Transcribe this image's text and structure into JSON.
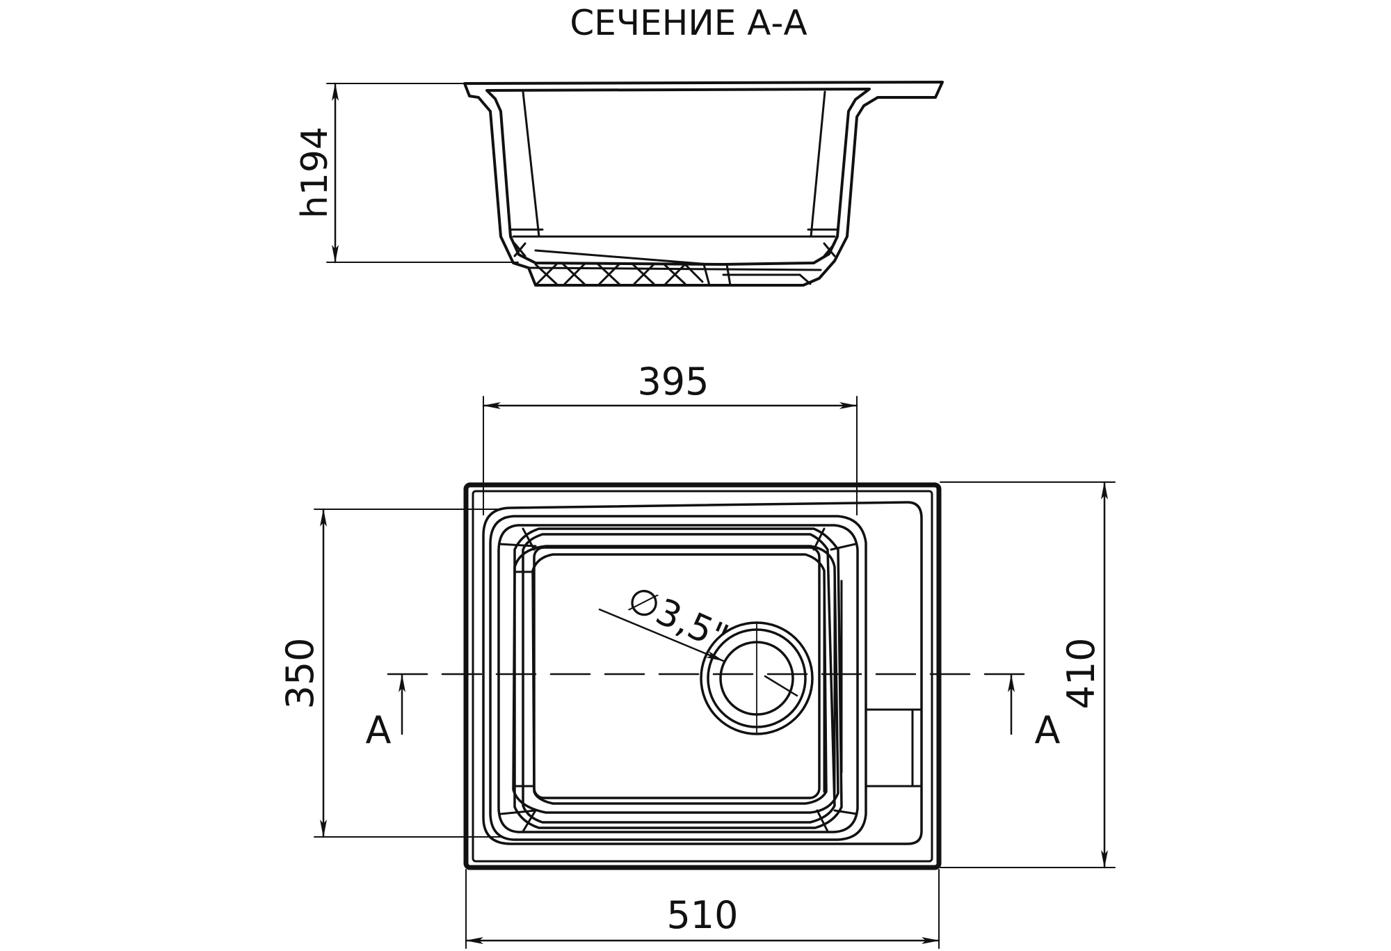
{
  "section_title": "СЕЧЕНИЕ А-А",
  "dimensions": {
    "height": "h194",
    "bowl_width": "395",
    "bowl_depth": "350",
    "overall_width": "510",
    "overall_depth": "410",
    "drain_diameter": "∅3,5\""
  },
  "section_marks": {
    "left": "А",
    "right": "А"
  },
  "colors": {
    "line": "#111111",
    "background": "#ffffff"
  }
}
